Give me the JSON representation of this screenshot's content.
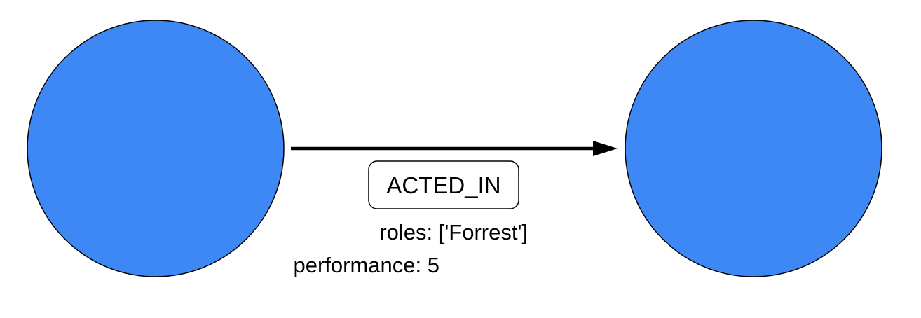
{
  "graph": {
    "nodes": [
      {
        "id": "source",
        "fill": "#3d88f5"
      },
      {
        "id": "target",
        "fill": "#3d88f5"
      }
    ],
    "relationship": {
      "type": "ACTED_IN",
      "direction": "source-to-target",
      "properties": [
        {
          "text": "roles: ['Forrest']"
        },
        {
          "text": "performance: 5"
        }
      ]
    }
  }
}
